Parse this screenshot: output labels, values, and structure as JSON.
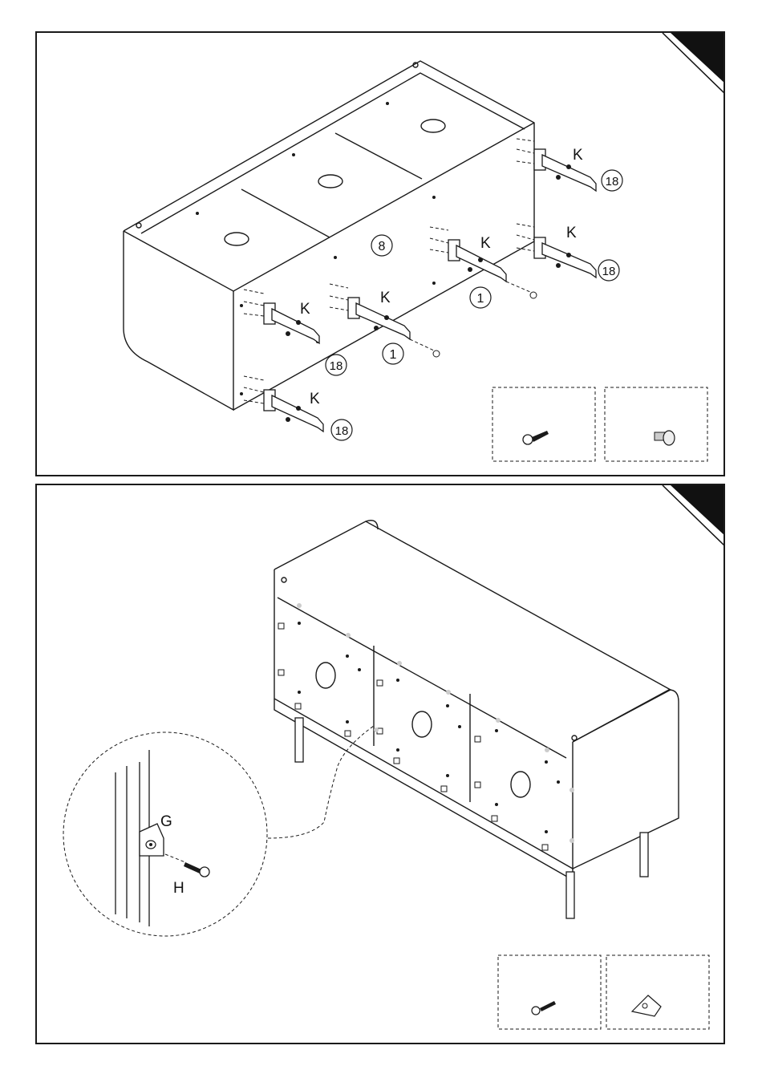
{
  "step_top": {
    "labels": {
      "k": "K",
      "part_8": "8",
      "part_1": "1",
      "part_18": "18"
    },
    "legend": [
      "screw",
      "glide-foot"
    ]
  },
  "step_bottom": {
    "labels": {
      "g": "G",
      "h": "H"
    },
    "legend": [
      "screw",
      "corner-bracket"
    ]
  }
}
